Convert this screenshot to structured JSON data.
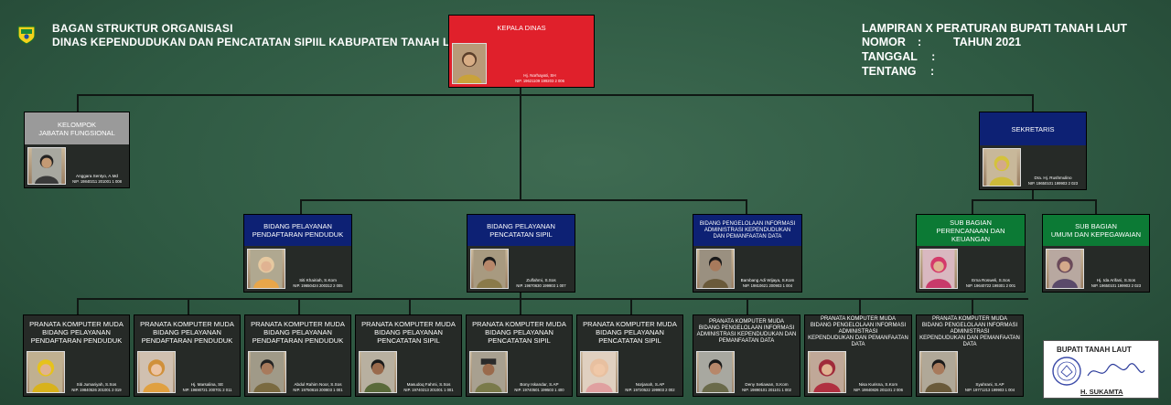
{
  "header": {
    "line1": "BAGAN STRUKTUR ORGANISASI",
    "line2": "DINAS KEPENDUDUKAN DAN PENCATATAN SIPIIL KABUPATEN TANAH LAUT"
  },
  "regulation": {
    "line1": "LAMPIRAN X PERATURAN BUPATI TANAH LAUT",
    "nomor_label": "NOMOR",
    "nomor_sep": ":",
    "tahun": "TAHUN 2021",
    "tanggal": "TANGGAL :",
    "tentang": "TENTANG :"
  },
  "colors": {
    "red": "#e0202b",
    "navy": "#0d2174",
    "green": "#0c7a35",
    "gray": "#9a9a9a",
    "background": "#2f5a43"
  },
  "nodes": {
    "kepala": {
      "title": "KEPALA DINAS",
      "name": "Hj. Norhayati, SH",
      "nip": "NIP. 19621109 199203 2 006"
    },
    "kelompok": {
      "title": "KELOMPOK\nJABATAN FUNGSIONAL",
      "name": "Anggara Sentyo, A.Md",
      "nip": "NIP. 19840211 201001 1 008"
    },
    "sekretaris": {
      "title": "SEKRETARIS",
      "name": "Dra. Hj. Rushmulino",
      "nip": "NIP. 19650101 199903 2 023"
    },
    "bid1": {
      "title": "BIDANG PELAYANAN\nPENDAFTARAN PENDUDUK",
      "name": "Siti Khairiah, S.Kom",
      "nip": "NIP. 19650424 200312 2 005"
    },
    "bid2": {
      "title": "BIDANG PELAYANAN\nPENCATATAN SIPIL",
      "name": "Zulfahmi, S.Sos",
      "nip": "NIP. 19670630 199903 1 007"
    },
    "bid3": {
      "title": "BIDANG PENGELOLAAN INFORMASI\nADMINISTRASI KEPENDUDUKAN\nDAN PEMANFAATAN DATA",
      "name": "Bambang Adi Wijaya, S.Kom",
      "nip": "NIP. 19810621 200903 1 004"
    },
    "sub1": {
      "title": "SUB BAGIAN\nPERENCANAAN DAN KEUANGAN",
      "name": "Erna Rosweli, S.Sos",
      "nip": "NIP. 19640722 199301 2 001"
    },
    "sub2": {
      "title": "SUB BAGIAN\nUMUM DAN KEPEGAWAIAN",
      "name": "Hj. Ida Arifani, S.Sos",
      "nip": "NIP. 19650101 199903 2 023"
    },
    "p1": {
      "title": "PRANATA KOMPUTER MUDA\nBIDANG PELAYANAN\nPENDAFTARAN PENDUDUK",
      "name": "Siti Jumariyah, S.Sos",
      "nip": "NIP. 19840526 201001 2 019"
    },
    "p2": {
      "title": "PRANATA KOMPUTER MUDA\nBIDANG PELAYANAN\nPENDAFTARAN PENDUDUK",
      "name": "Hj. Marsalina, SE",
      "nip": "NIP. 19690721 200701 2 011"
    },
    "p3": {
      "title": "PRANATA KOMPUTER MUDA\nBIDANG PELAYANAN\nPENDAFTARAN PENDUDUK",
      "name": "Abdul Rahim Noor, S.Sos",
      "nip": "NIP. 19750616 200803 1 001"
    },
    "p4": {
      "title": "PRANATA KOMPUTER MUDA\nBIDANG PELAYANAN\nPENCATATAN SIPIL",
      "name": "Masudoq Fahmi, S.Sos",
      "nip": "NIP. 19740213 201001 1 001"
    },
    "p5": {
      "title": "PRANATA KOMPUTER MUDA\nBIDANG PELAYANAN\nPENCATATAN SIPIL",
      "name": "Bony Iskandar, S.AP",
      "nip": "NIP. 19740501 199503 1 400"
    },
    "p6": {
      "title": "PRANATA KOMPUTER MUDA\nBIDANG PELAYANAN\nPENCATATAN SIPIL",
      "name": "Norjanah, S.AP",
      "nip": "NIP. 19720522 199903 2 002"
    },
    "p7": {
      "title": "PRANATA KOMPUTER MUDA\nBIDANG PENGELOLAAN INFORMASI\nADMINISTRASI KEPENDUDUKAN DAN PEMANFAATAN DATA",
      "name": "Deny Setiawan, S.Kom",
      "nip": "NIP. 19890101 201101 1 002"
    },
    "p8": {
      "title": "PRANATA KOMPUTER MUDA\nBIDANG PENGELOLAAN INFORMASI ADMINISTRASI\nKEPENDUDUKAN DAN PEMANFAATAN DATA",
      "name": "Nisa Kurisna, S.Kom",
      "nip": "NIP. 19840826 201101 2 006"
    },
    "p9": {
      "title": "PRANATA KOMPUTER MUDA\nBIDANG PENGELOLAAN INFORMASI ADMINISTRASI\nKEPENDUDUKAN DAN PEMANFAATAN DATA",
      "name": "Syahrani, S.AP",
      "nip": "NIP. 19771213 199903 1 004"
    }
  },
  "signature": {
    "title": "BUPATI TANAH LAUT",
    "name": "H. SUKAMTA"
  }
}
